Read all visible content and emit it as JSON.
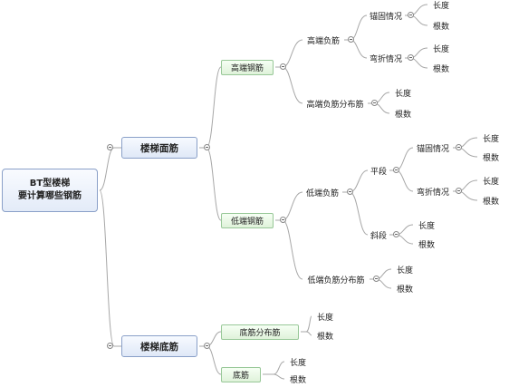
{
  "mindmap": {
    "root": {
      "line1": "BT型楼梯",
      "line2": "要计算哪些钢筋"
    },
    "face": {
      "label": "楼梯面筋",
      "high": {
        "label": "高端钢筋",
        "neg": {
          "label": "高端负筋",
          "anchor": {
            "label": "锚固情况",
            "len": "长度",
            "count": "根数"
          },
          "bend": {
            "label": "弯折情况",
            "len": "长度",
            "count": "根数"
          }
        },
        "dist": {
          "label": "高端负筋分布筋",
          "len": "长度",
          "count": "根数"
        }
      },
      "low": {
        "label": "低端钢筋",
        "neg": {
          "label": "低端负筋",
          "flat": {
            "label": "平段",
            "anchor": {
              "label": "锚固情况",
              "len": "长度",
              "count": "根数"
            },
            "bend": {
              "label": "弯折情况",
              "len": "长度",
              "count": "根数"
            }
          },
          "slope": {
            "label": "斜段",
            "len": "长度",
            "count": "根数"
          }
        },
        "dist": {
          "label": "低端负筋分布筋",
          "len": "长度",
          "count": "根数"
        }
      }
    },
    "bottom": {
      "label": "楼梯底筋",
      "dist": {
        "label": "底筋分布筋",
        "len": "长度",
        "count": "根数"
      },
      "main": {
        "label": "底筋",
        "len": "长度",
        "count": "根数"
      }
    }
  }
}
